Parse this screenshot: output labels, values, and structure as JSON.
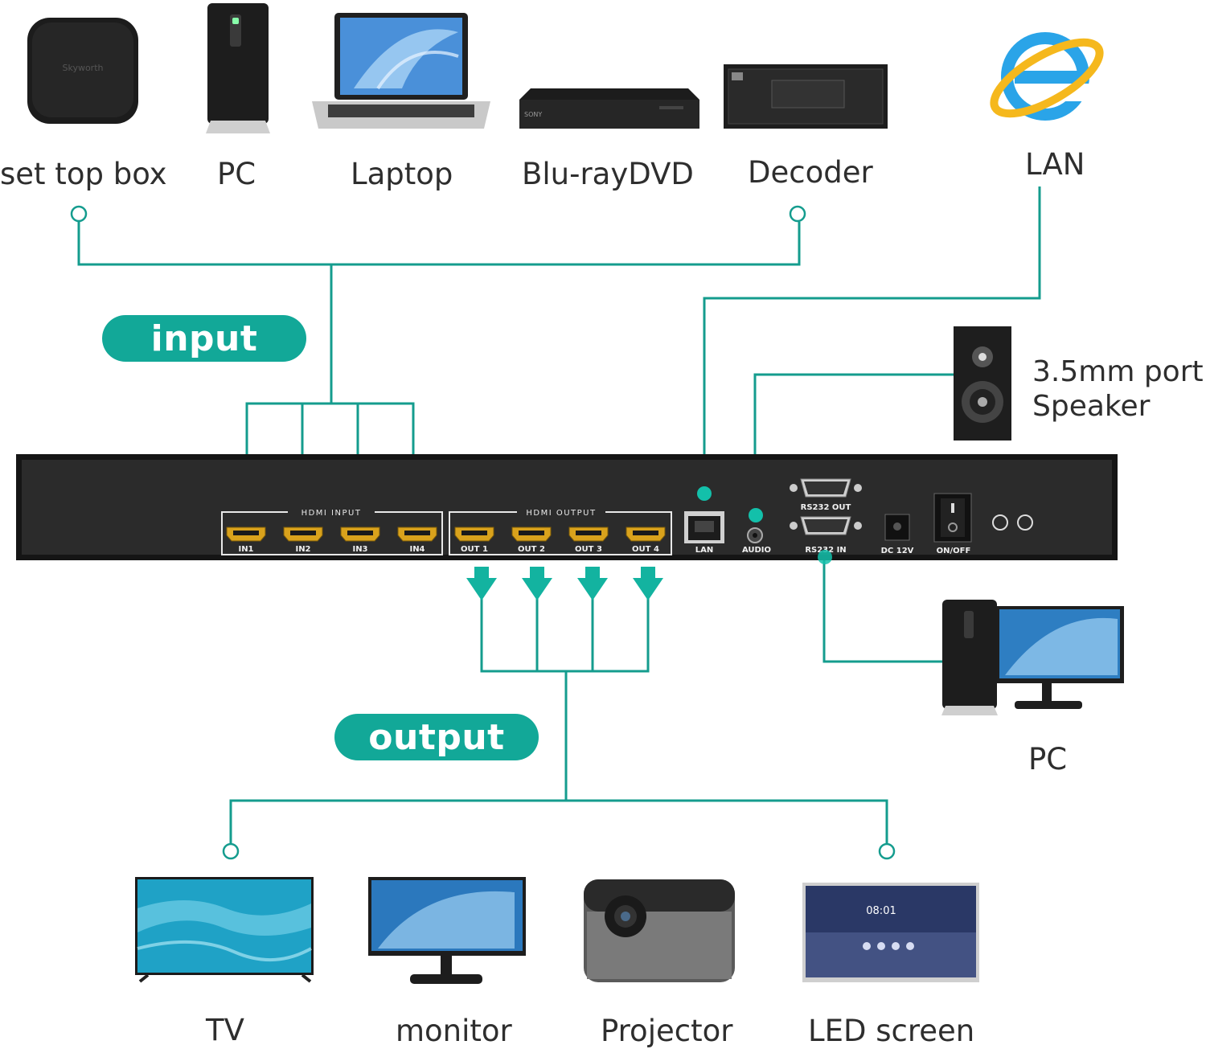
{
  "colors": {
    "accent": "#12a898",
    "line": "#149c8e",
    "panel": "#2a2a2a",
    "gold": "#d9a21c"
  },
  "input_devices": [
    {
      "label": "set top box",
      "icon": "set-top-box-icon"
    },
    {
      "label": "PC",
      "icon": "pc-tower-icon"
    },
    {
      "label": "Laptop",
      "icon": "laptop-icon"
    },
    {
      "label": "Blu-rayDVD",
      "icon": "bluray-player-icon"
    },
    {
      "label": "Decoder",
      "icon": "decoder-icon"
    }
  ],
  "lan": {
    "label": "LAN",
    "icon": "internet-explorer-icon"
  },
  "speaker": {
    "label_line1": "3.5mm port",
    "label_line2": "Speaker",
    "icon": "speaker-icon"
  },
  "control_pc": {
    "label": "PC",
    "icon": "desktop-pc-icon"
  },
  "badges": {
    "input": "input",
    "output": "output"
  },
  "device_panel": {
    "device_logo": "Skyworth",
    "hdmi_input_title": "HDMI INPUT",
    "hdmi_output_title": "HDMI OUTPUT",
    "inputs": [
      "IN1",
      "IN2",
      "IN3",
      "IN4"
    ],
    "outputs": [
      "OUT 1",
      "OUT 2",
      "OUT 3",
      "OUT 4"
    ],
    "lan_port": "LAN",
    "audio_port": "AUDIO",
    "rs232_out": "RS232 OUT",
    "rs232_in": "RS232 IN",
    "dc_port": "DC 12V",
    "power_switch": "ON/OFF"
  },
  "output_devices": [
    {
      "label": "TV",
      "icon": "tv-icon"
    },
    {
      "label": "monitor",
      "icon": "monitor-icon"
    },
    {
      "label": "Projector",
      "icon": "projector-icon"
    },
    {
      "label": "LED screen",
      "icon": "led-screen-icon",
      "screen_time": "08:01"
    }
  ]
}
